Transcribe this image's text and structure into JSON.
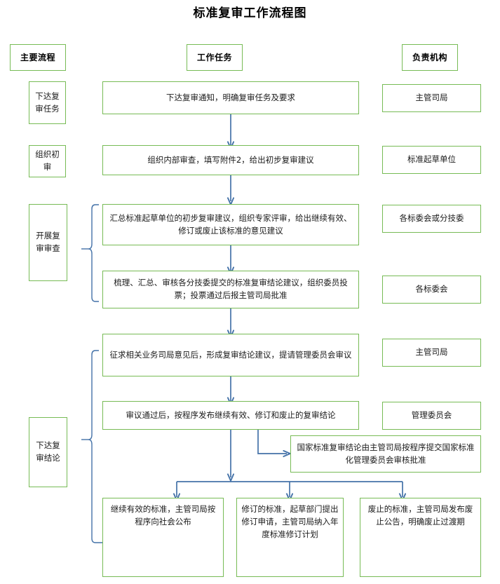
{
  "title": "标准复审工作流程图",
  "theme": {
    "box_border": "#77bb55",
    "connector": "#4472a8",
    "text": "#1a1a1a",
    "background": "#ffffff"
  },
  "column_headers": [
    {
      "label": "主要流程"
    },
    {
      "label": "工作任务"
    },
    {
      "label": "负责机构"
    }
  ],
  "phases": [
    {
      "label": "下达复审任务"
    },
    {
      "label": "组织初审"
    },
    {
      "label": "开展复审审查"
    },
    {
      "label": "下达复审结论"
    }
  ],
  "tasks": [
    {
      "label": "下达复审通知，明确复审任务及要求"
    },
    {
      "label": "组织内部审查，填写附件2，给出初步复审建议"
    },
    {
      "label": "汇总标准起草单位的初步复审建议，组织专家评审，给出继续有效、修订或废止该标准的意见建议"
    },
    {
      "label": "梳理、汇总、审核各分技委提交的标准复审结论建议，组织委员投票；投票通过后报主管司局批准"
    },
    {
      "label": "征求相关业务司局意见后，形成复审结论建议，提请管理委员会审议"
    },
    {
      "label": "审议通过后，按程序发布继续有效、修订和废止的复审结论"
    },
    {
      "label": "国家标准复审结论由主管司局按程序提交国家标准化管理委员会审核批准"
    }
  ],
  "outcomes": [
    {
      "label": "继续有效的标准，主管司局按程序向社会公布"
    },
    {
      "label": "修订的标准，起草部门提出修订申请，主管司局纳入年度标准修订计划"
    },
    {
      "label": "废止的标准，主管司局发布废止公告，明确废止过渡期"
    }
  ],
  "organizations": [
    {
      "label": "主管司局"
    },
    {
      "label": "标准起草单位"
    },
    {
      "label": "各标委会或分技委"
    },
    {
      "label": "各标委会"
    },
    {
      "label": "主管司局"
    },
    {
      "label": "管理委员会"
    }
  ]
}
